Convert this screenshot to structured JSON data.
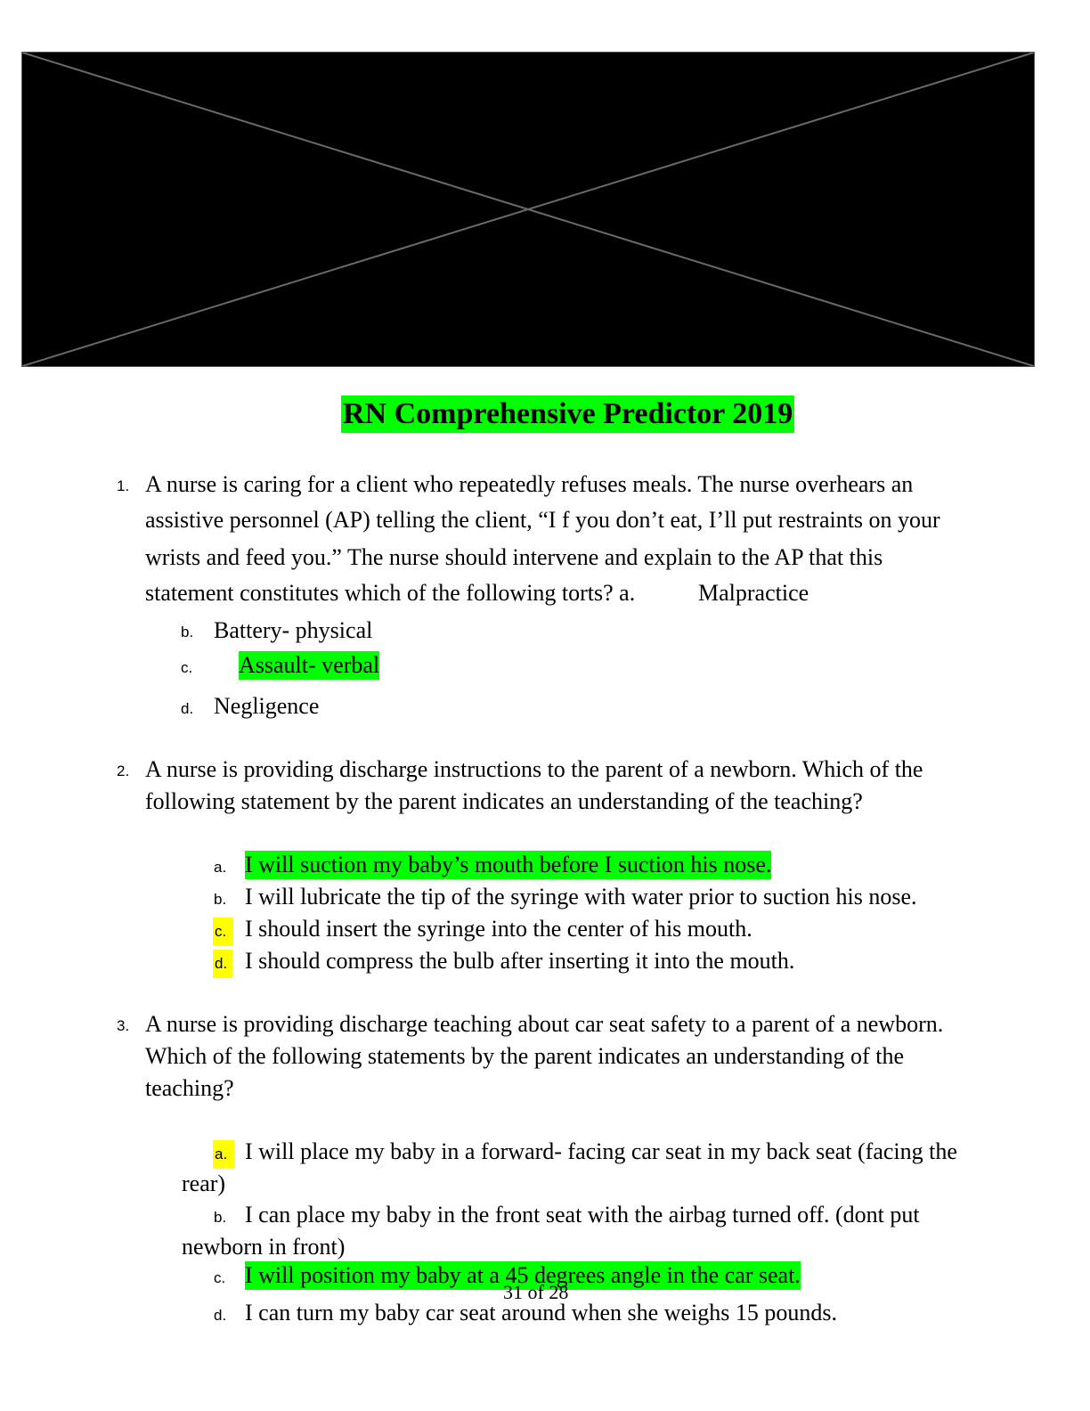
{
  "document": {
    "title": "RN Comprehensive Predictor 2019",
    "footer": "31 of 28"
  },
  "questions": [
    {
      "number": "1.",
      "stem_lines": [
        "A nurse is caring for a client who repeatedly refuses meals. The nurse overhears an",
        "assistive personnel (AP) telling the client, “I f you don’t eat, I’ll put restraints on your",
        "wrists and feed you.” The nurse should intervene and explain to the AP that this",
        "statement constitutes which of the following torts? a."
      ],
      "options": [
        {
          "label": "a.",
          "text": "Malpractice",
          "highlight": "none"
        },
        {
          "label": "b.",
          "text": "Battery- physical",
          "highlight": "none"
        },
        {
          "label": "c.",
          "text": "Assault- verbal",
          "highlight": "green"
        },
        {
          "label": "d.",
          "text": "Negligence",
          "highlight": "none"
        }
      ]
    },
    {
      "number": "2.",
      "stem_lines": [
        "A nurse is providing discharge instructions to the parent of a newborn. Which of the",
        "following statement by the parent indicates an understanding of the teaching?"
      ],
      "options": [
        {
          "label": "a.",
          "text": "I will suction my baby’s mouth before I suction his nose.",
          "highlight": "green"
        },
        {
          "label": "b.",
          "text": "I will lubricate the tip of the syringe with water prior to suction his nose.",
          "highlight": "none"
        },
        {
          "label": "c.",
          "text": "I should insert the syringe into the center of his mouth.",
          "highlight": "yellow-label"
        },
        {
          "label": "d.",
          "text": "I should compress the bulb after inserting it into the mouth.",
          "highlight": "yellow-label"
        }
      ]
    },
    {
      "number": "3.",
      "stem_lines": [
        "A nurse is providing discharge teaching about car seat safety to a parent of a newborn.",
        "Which of the following statements by the parent indicates an understanding of the",
        "teaching?"
      ],
      "options": [
        {
          "label": "a.",
          "text_lines": [
            "I will place my baby in a forward- facing car seat in my back seat (facing the",
            "rear)"
          ],
          "highlight": "yellow-label"
        },
        {
          "label": "b.",
          "text_lines": [
            "I can place my baby in the front seat with the airbag turned off. (dont put",
            "newborn in front)"
          ],
          "highlight": "none"
        },
        {
          "label": "c.",
          "text_lines": [
            "I will position my baby at a 45 degrees angle in the car seat."
          ],
          "highlight": "green"
        },
        {
          "label": "d.",
          "text_lines": [
            "I can turn my baby car seat around when she weighs 15 pounds."
          ],
          "highlight": "none"
        }
      ]
    }
  ]
}
